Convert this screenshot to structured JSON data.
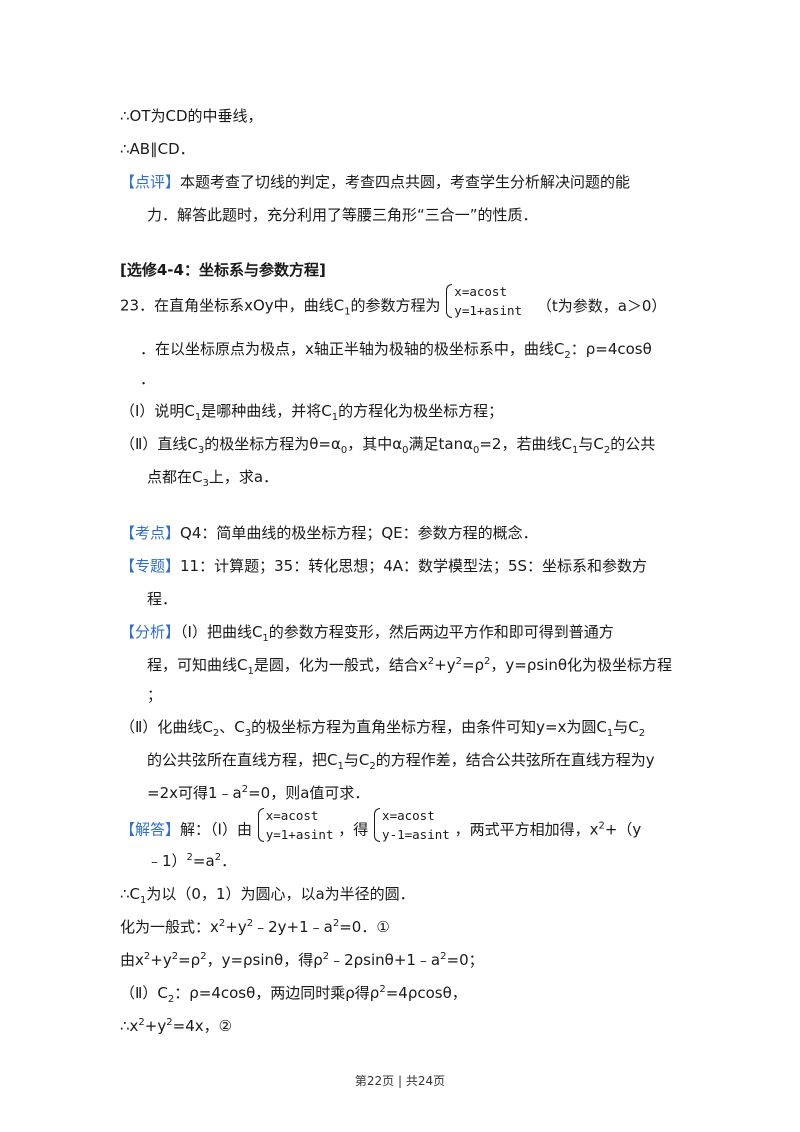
{
  "lines": {
    "l1": "∴OT为CD的中垂线，",
    "l2": "∴AB∥CD．",
    "l3_tag": "【点评】",
    "l3_text": "本题考查了切线的判定，考查四点共圆，考查学生分析解决问题的能",
    "l4": "力．解答此题时，充分利用了等腰三角形“三合一”的性质．",
    "section": "[选修4-4：坐标系与参数方程]",
    "q23_a": "23．在直角坐标系xOy中，曲线C",
    "q23_b": "的参数方程为",
    "q23_sys1": "x=acost",
    "q23_sys2": "y=1+asint",
    "q23_c": "（t为参数，a＞0）",
    "q23_l2a": "．在以坐标原点为极点，x轴正半轴为极轴的极坐标系中，曲线C",
    "q23_l2b": "：ρ=4cosθ",
    "q23_l3": "．",
    "p1_a": "（Ⅰ）说明C",
    "p1_b": "是哪种曲线，并将C",
    "p1_c": "的方程化为极坐标方程；",
    "p2_a": "（Ⅱ）直线C",
    "p2_b": "的极坐标方程为θ=α",
    "p2_c": "，其中α",
    "p2_d": "满足tanα",
    "p2_e": "=2，若曲线C",
    "p2_f": "与C",
    "p2_g": "的公共",
    "p2_l2a": "点都在C",
    "p2_l2b": "上，求a．",
    "kd_tag": "【考点】",
    "kd_text": "Q4：简单曲线的极坐标方程；QE：参数方程的概念．",
    "zt_tag": "【专题】",
    "zt_text": "11：计算题；35：转化思想；4A：数学模型法；5S：坐标系和参数方",
    "zt_l2": "程．",
    "fx_tag": "【分析】",
    "fx_a": "（Ⅰ）把曲线C",
    "fx_b": "的参数方程变形，然后两边平方作和即可得到普通方",
    "fx_l2a": "程，可知曲线C",
    "fx_l2b": "是圆，化为一般式，结合x",
    "fx_l2c": "+y",
    "fx_l2d": "=ρ",
    "fx_l2e": "，y=ρsinθ化为极坐标方程",
    "fx_l3": "；",
    "fx2_a": "（Ⅱ）化曲线C",
    "fx2_b": "、C",
    "fx2_c": "的极坐标方程为直角坐标方程，由条件可知y=x为圆C",
    "fx2_d": "与C",
    "fx2_l2a": "的公共弦所在直线方程，把C",
    "fx2_l2b": "与C",
    "fx2_l2c": "的方程作差，结合公共弦所在直线方程为y",
    "fx2_l3a": "=2x可得1﹣a",
    "fx2_l3b": "=0，则a值可求．",
    "jd_tag": "【解答】",
    "jd_a": "解：（Ⅰ）由",
    "jd_sys1a": "x=acost",
    "jd_sys1b": "y=1+asint",
    "jd_b": "，得",
    "jd_sys2a": "x=acost",
    "jd_sys2b": "y-1=asint",
    "jd_c": "，两式平方相加得，x",
    "jd_d": "+（y",
    "jd_l2a": "﹣1）",
    "jd_l2b": "=a",
    "jd_l2c": "．",
    "s1_a": "∴C",
    "s1_b": "为以（0，1）为圆心，以a为半径的圆．",
    "s2_a": "化为一般式：x",
    "s2_b": "+y",
    "s2_c": "﹣2y+1﹣a",
    "s2_d": "=0．①",
    "s3_a": "由x",
    "s3_b": "+y",
    "s3_c": "=ρ",
    "s3_d": "，y=ρsinθ，得ρ",
    "s3_e": "﹣2ρsinθ+1﹣a",
    "s3_f": "=0；",
    "s4_a": "（Ⅱ）C",
    "s4_b": "：ρ=4cosθ，两边同时乘ρ得ρ",
    "s4_c": "=4ρcosθ，",
    "s5_a": "∴x",
    "s5_b": "+y",
    "s5_c": "=4x，②",
    "sub1": "1",
    "sub2": "2",
    "sub3": "3",
    "sub0": "0",
    "sup2": "2"
  },
  "footer": "第22页 | 共24页"
}
